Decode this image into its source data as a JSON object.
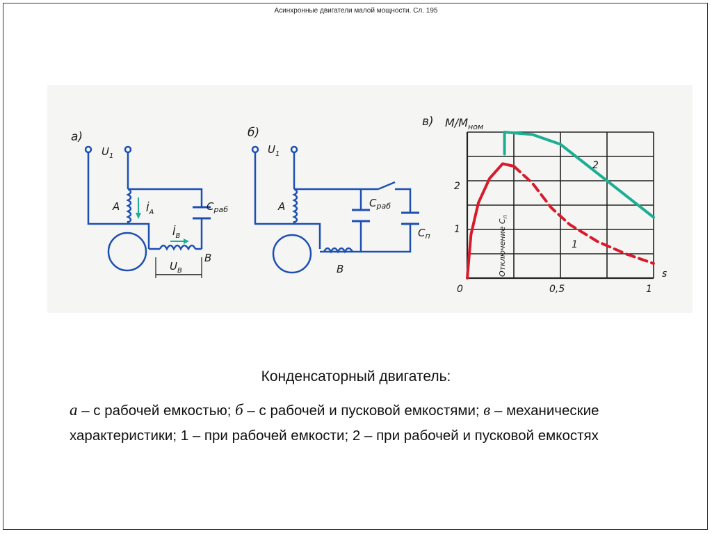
{
  "header": {
    "title": "Асинхронные двигатели малой мощности. Сл. 195"
  },
  "diagram": {
    "panel_a": {
      "tag": "а)",
      "supply": "U",
      "supply_sub": "1",
      "winding_a": "A",
      "current_a": "İ",
      "current_a_sub": "A",
      "cap": "C",
      "cap_sub": "раб",
      "current_b": "İ",
      "current_b_sub": "B",
      "winding_b": "B",
      "voltage_b": "U",
      "voltage_b_sub": "B"
    },
    "panel_b": {
      "tag": "б)",
      "supply": "U",
      "supply_sub": "1",
      "winding_a": "A",
      "cap_work": "C",
      "cap_work_sub": "раб",
      "cap_start": "C",
      "cap_start_sub": "п",
      "winding_b": "B"
    },
    "panel_c": {
      "tag": "в)",
      "ylabel": "M/M",
      "ylabel_sub": "ном",
      "yticks": [
        "2",
        "1"
      ],
      "xticks": [
        "0",
        "0,5",
        "1"
      ],
      "xlabel": "s",
      "disconnect_label": "Отключение C",
      "disconnect_sub": "п",
      "curve_1_label": "1",
      "curve_2_label": "2"
    }
  },
  "chart_data": {
    "type": "line",
    "xlabel": "s",
    "ylabel": "M/Mном",
    "xlim": [
      0,
      1
    ],
    "ylim": [
      0,
      3
    ],
    "xticks": [
      "0",
      "0,5",
      "1"
    ],
    "yticks": [
      "1",
      "2"
    ],
    "grid": true,
    "series": [
      {
        "name": "1",
        "color": "#d81b2c",
        "points": [
          [
            0,
            0
          ],
          [
            0.02,
            0.9
          ],
          [
            0.06,
            1.55
          ],
          [
            0.12,
            2.05
          ],
          [
            0.19,
            2.35
          ],
          [
            0.25,
            2.3
          ],
          [
            0.35,
            1.95
          ],
          [
            0.45,
            1.45
          ],
          [
            0.55,
            1.1
          ],
          [
            0.7,
            0.75
          ],
          [
            0.85,
            0.5
          ],
          [
            1.0,
            0.3
          ]
        ]
      },
      {
        "name": "2",
        "color": "#1cae93",
        "points": [
          [
            0.2,
            2.55
          ],
          [
            0.2,
            3.0
          ],
          [
            0.35,
            2.95
          ],
          [
            0.5,
            2.75
          ],
          [
            0.65,
            2.3
          ],
          [
            0.8,
            1.85
          ],
          [
            1.0,
            1.25
          ]
        ]
      }
    ],
    "annotations": [
      "Отключение Cп"
    ]
  },
  "colors": {
    "wire": "#1d4fb3",
    "curve_1": "#d81b2c",
    "curve_2": "#1cae93",
    "grid": "#222222",
    "figure_bg": "#f5f6f3"
  },
  "caption": {
    "title": "Конденсаторный двигатель:",
    "a_letter": "а",
    "a_text": " – с рабочей емкостью; ",
    "b_letter": "б",
    "b_text": " – с рабочей и пусковой емкостями; ",
    "c_letter": "в",
    "c_text": " – механические характеристики; 1 – при рабочей емкости; 2 – при рабочей и пусковой емкостях"
  }
}
